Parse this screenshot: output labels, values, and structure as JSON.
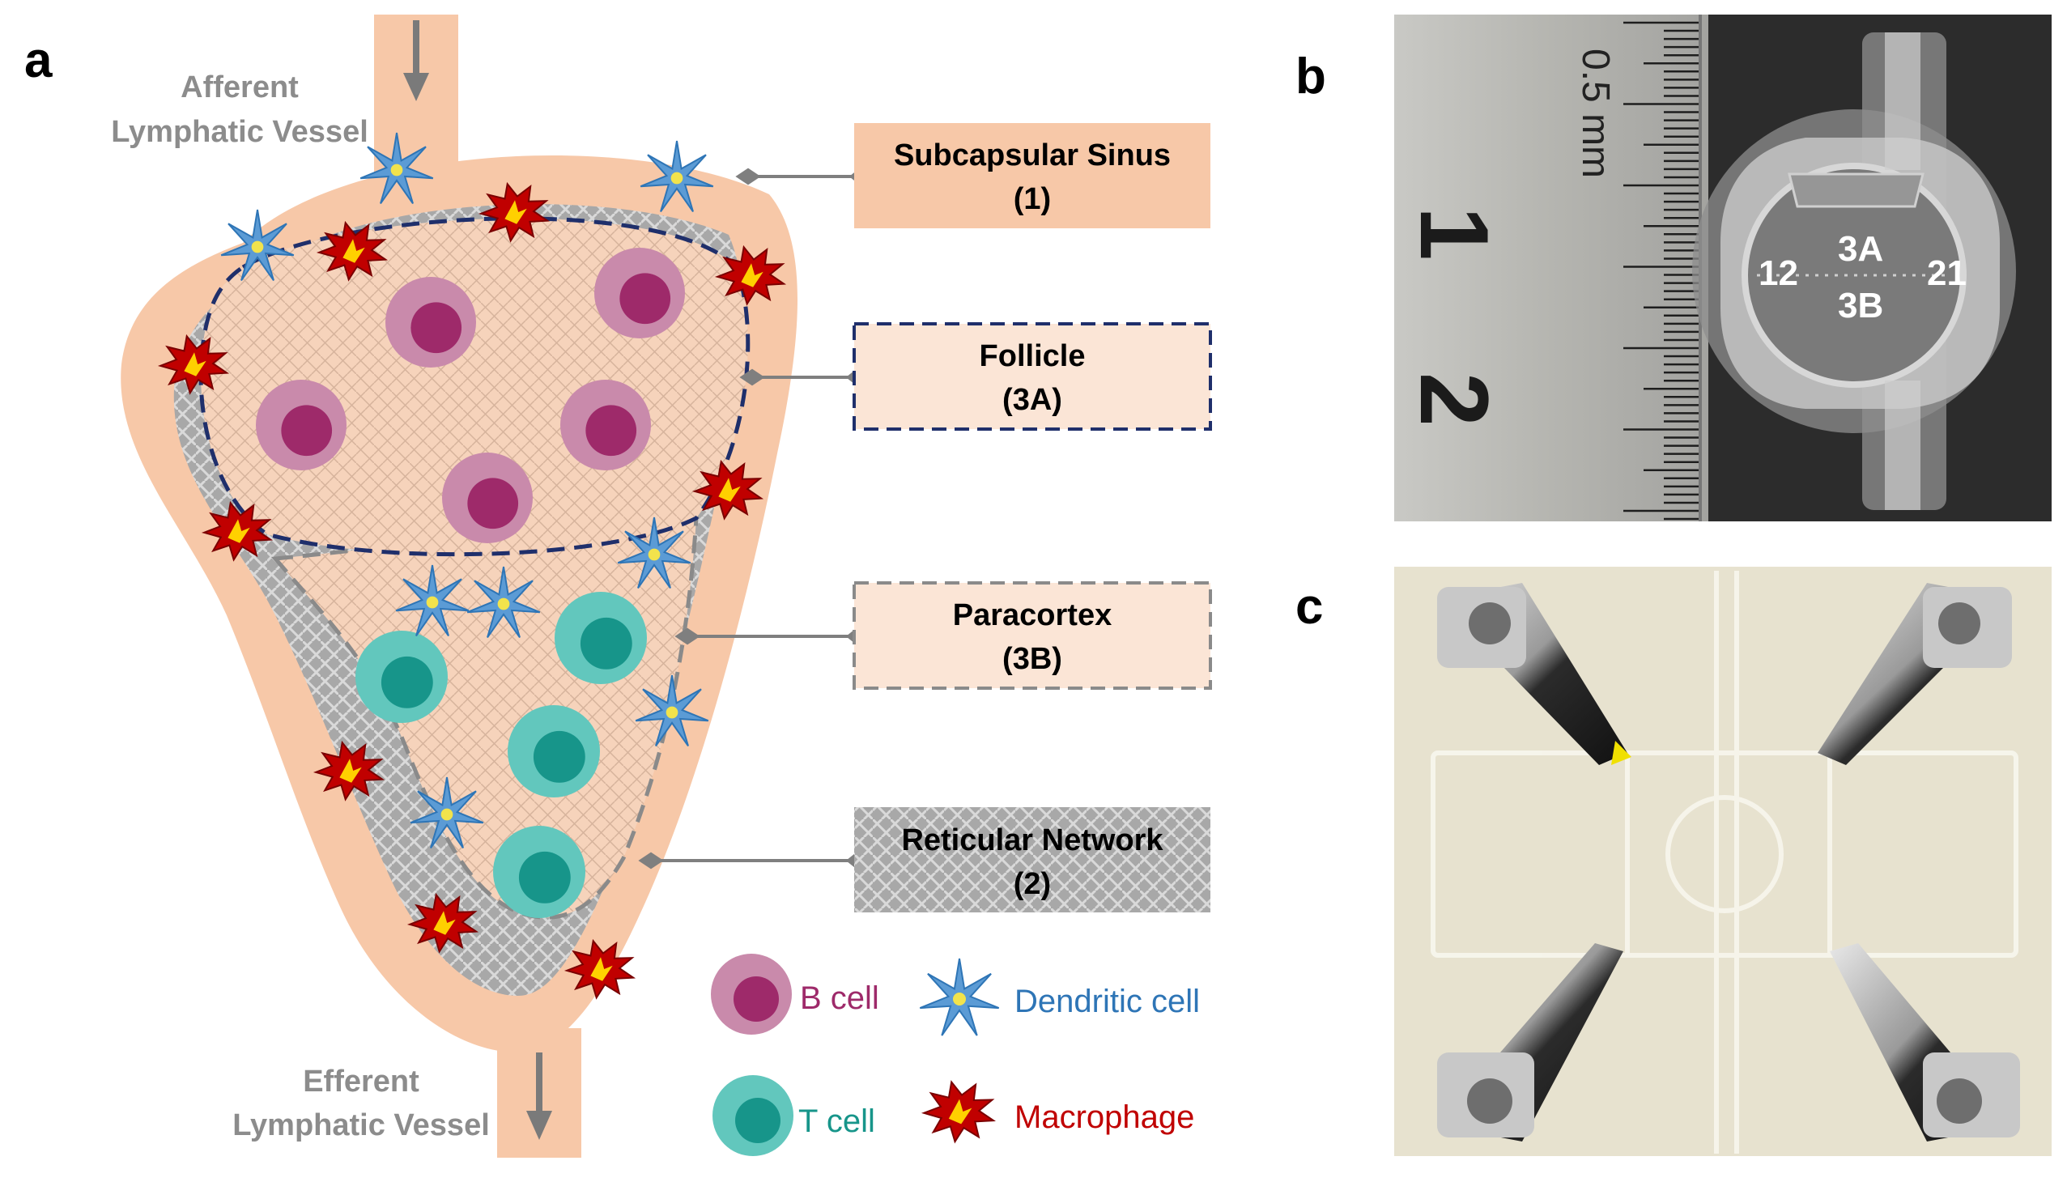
{
  "panels": {
    "a": "a",
    "b": "b",
    "c": "c"
  },
  "vessels": {
    "afferent": [
      "Afferent",
      "Lymphatic Vessel"
    ],
    "efferent": [
      "Efferent",
      "Lymphatic Vessel"
    ]
  },
  "regions": {
    "sinus": {
      "line1": "Subcapsular Sinus",
      "line2": "(1)"
    },
    "follicle": {
      "line1": "Follicle",
      "line2": "(3A)"
    },
    "paracortex": {
      "line1": "Paracortex",
      "line2": "(3B)"
    },
    "reticular": {
      "line1": "Reticular Network",
      "line2": "(2)"
    }
  },
  "legend": {
    "b_cell": "B cell",
    "t_cell": "T cell",
    "dendritic": "Dendritic cell",
    "macrophage": "Macrophage"
  },
  "photo_b": {
    "ruler_unit": "0.5 mm",
    "ruler_numbers": [
      "1",
      "2"
    ],
    "chip_labels": {
      "left": "12",
      "top": "3A",
      "bottom": "3B",
      "right": "21"
    }
  },
  "colors": {
    "sinus": "#f7c8a8",
    "reticular": "#a9a9a9",
    "follicle_border": "#1f2f6b",
    "paracortex_border": "#8a8a8a",
    "b_cell": "#9e2a6a",
    "t_cell": "#17958a",
    "dendritic": "#5b9bd5",
    "macrophage": "#c00000"
  }
}
